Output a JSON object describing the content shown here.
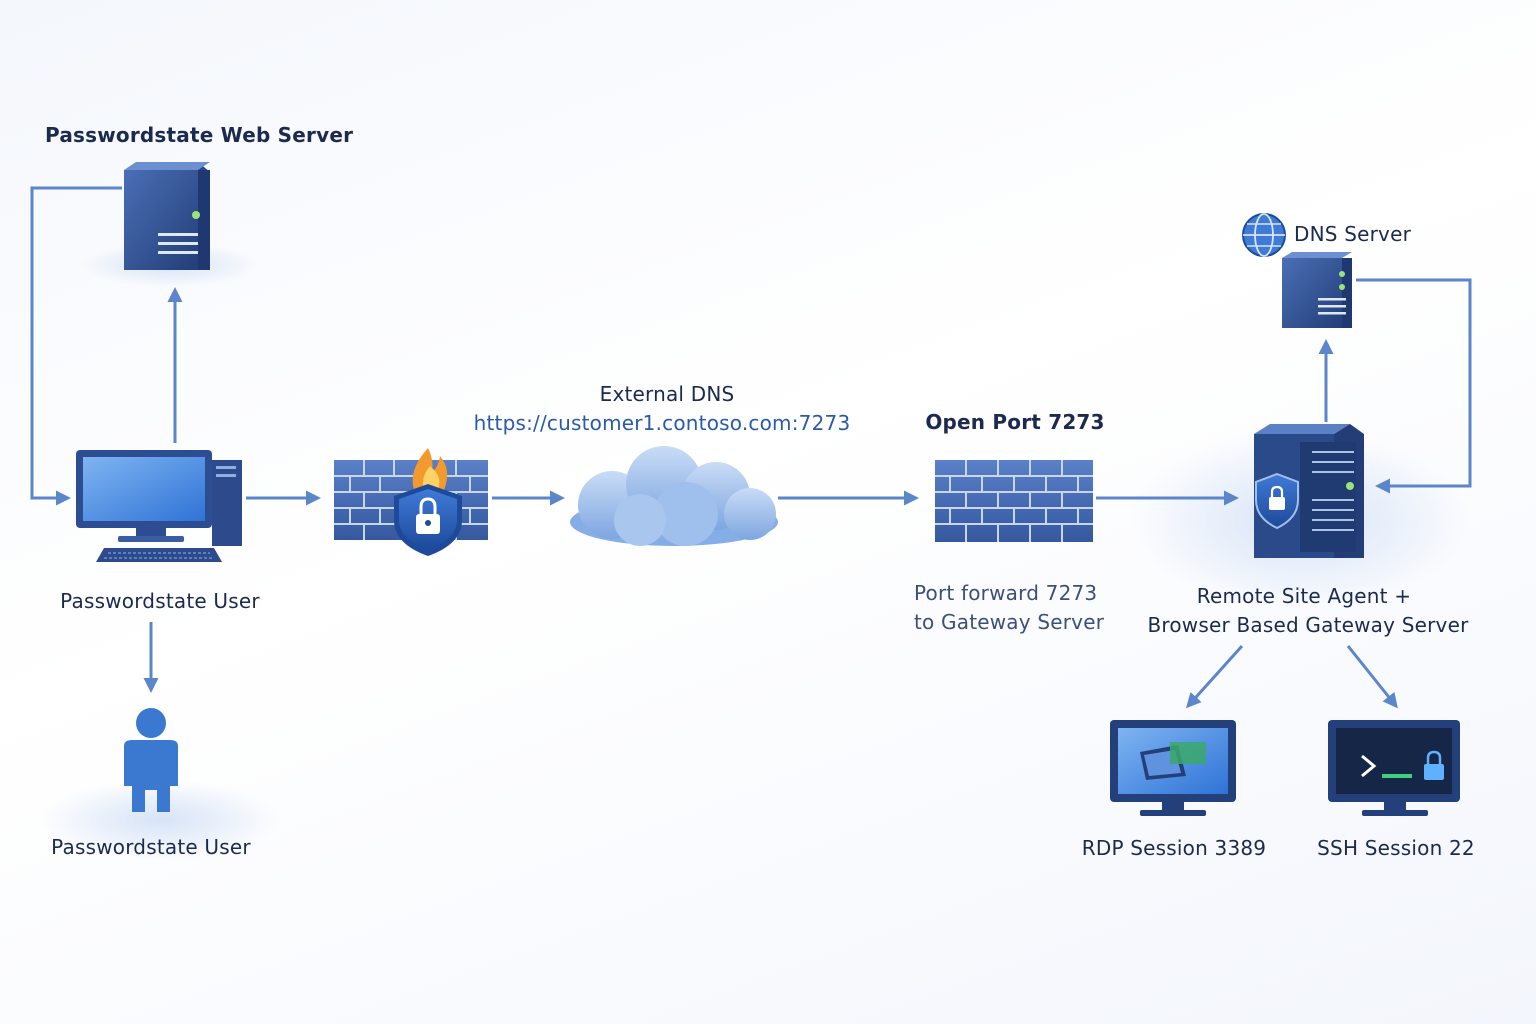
{
  "labels": {
    "web_server": "Passwordstate Web Server",
    "user_pc": "Passwordstate User",
    "user_person": "Passwordstate User",
    "external_dns": "External DNS",
    "external_dns_url": "https://customer1.contoso.com:7273",
    "open_port": "Open Port 7273",
    "port_forward_line1": "Port forward 7273",
    "port_forward_line2": "to Gateway Server",
    "dns_server": "DNS Server",
    "gateway_line1": "Remote Site Agent +",
    "gateway_line2": "Browser Based Gateway Server",
    "rdp": "RDP Session 3389",
    "ssh": "SSH Session 22"
  },
  "colors": {
    "arrow": "#5b86c9",
    "server_dark": "#24407a",
    "server_light": "#4a6fb5",
    "firewall": "#3f66b3",
    "shield": "#2a5fb8",
    "flame": "#f39a2e",
    "cloud": "#8fb3e6"
  },
  "icons": [
    "server-icon",
    "desktop-computer-icon",
    "user-icon",
    "firewall-icon",
    "shield-lock-icon",
    "flame-icon",
    "cloud-icon",
    "globe-icon",
    "rdp-monitor-icon",
    "ssh-monitor-icon"
  ]
}
